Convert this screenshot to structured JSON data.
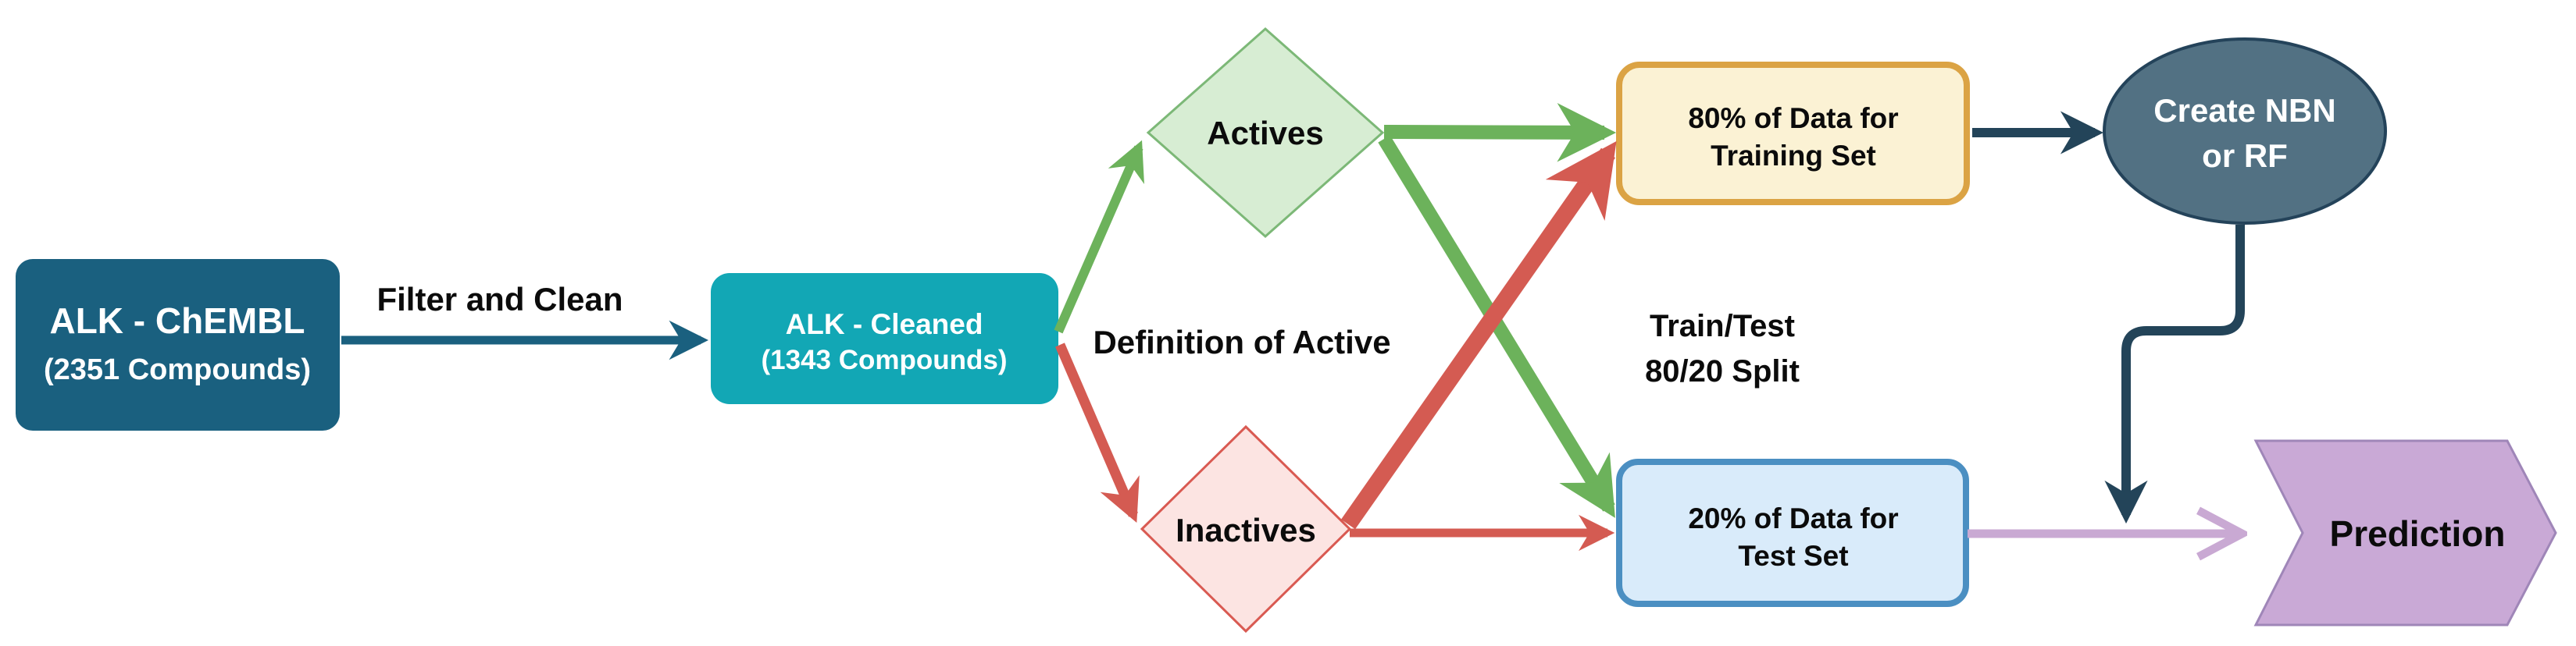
{
  "nodes": {
    "source": {
      "line1": "ALK - ChEMBL",
      "line2": "(2351 Compounds)"
    },
    "cleaned": {
      "line1": "ALK - Cleaned",
      "line2": "(1343 Compounds)"
    },
    "actives": {
      "label": "Actives"
    },
    "inactives": {
      "label": "Inactives"
    },
    "training": {
      "line1": "80% of Data for",
      "line2": "Training Set"
    },
    "test": {
      "line1": "20% of Data for",
      "line2": "Test Set"
    },
    "model": {
      "line1": "Create NBN",
      "line2": "or RF"
    },
    "prediction": {
      "label": "Prediction"
    }
  },
  "labels": {
    "filter_clean": "Filter and Clean",
    "definition_of_active": "Definition of Active",
    "split_line1": "Train/Test",
    "split_line2": "80/20 Split"
  },
  "colors": {
    "source_fill": "#1a607f",
    "cleaned_fill": "#12a7b5",
    "actives_fill": "#d7edd3",
    "actives_border": "#7cb877",
    "inactives_fill": "#fce4e2",
    "inactives_border": "#d95a52",
    "training_fill": "#fbf2d4",
    "training_border": "#dba344",
    "test_fill": "#d9ebfa",
    "test_border": "#4b8fc2",
    "model_fill": "#527183",
    "model_border": "#24435a",
    "prediction_fill": "#c9a9d6",
    "prediction_border": "#9f86b8",
    "arrow_dark_teal": "#1a607f",
    "arrow_green": "#6cb25b",
    "arrow_red": "#d45b52",
    "arrow_slate": "#234459",
    "arrow_lavender": "#c9a9d3",
    "text_dark": "#0b0b0b"
  }
}
